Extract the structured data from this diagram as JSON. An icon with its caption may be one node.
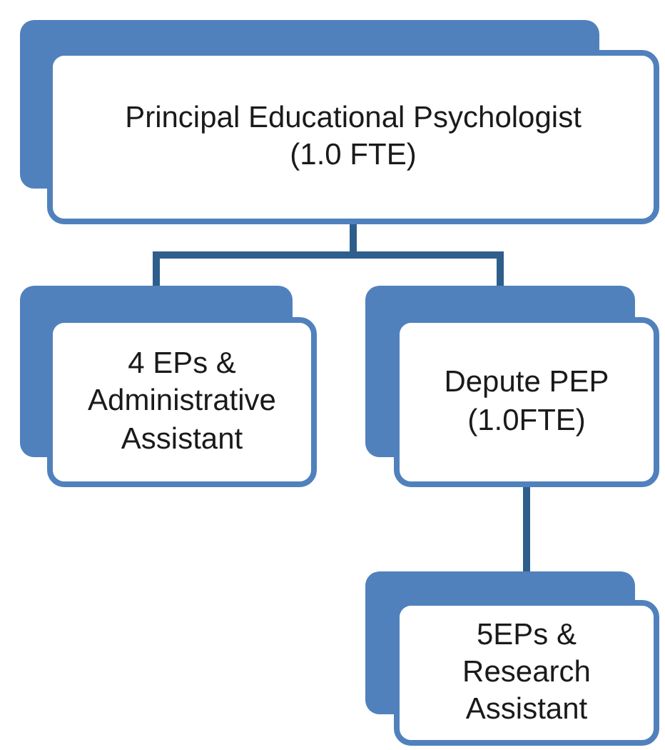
{
  "diagram": {
    "nodes": [
      {
        "text": [
          "Principal Educational Psychologist (1.0 FTE)"
        ]
      },
      {
        "text": [
          "4 EPs & Administrative Assistant"
        ]
      },
      {
        "text": [
          "Depute PEP (1.0FTE)"
        ]
      },
      {
        "text": [
          "5EPs & Research Assistant"
        ]
      }
    ],
    "edges": [
      {
        "from": 0,
        "to": 1,
        "arrow": "none"
      },
      {
        "from": 0,
        "to": 2,
        "arrow": "none"
      },
      {
        "from": 2,
        "to": 3,
        "arrow": "none"
      }
    ]
  }
}
